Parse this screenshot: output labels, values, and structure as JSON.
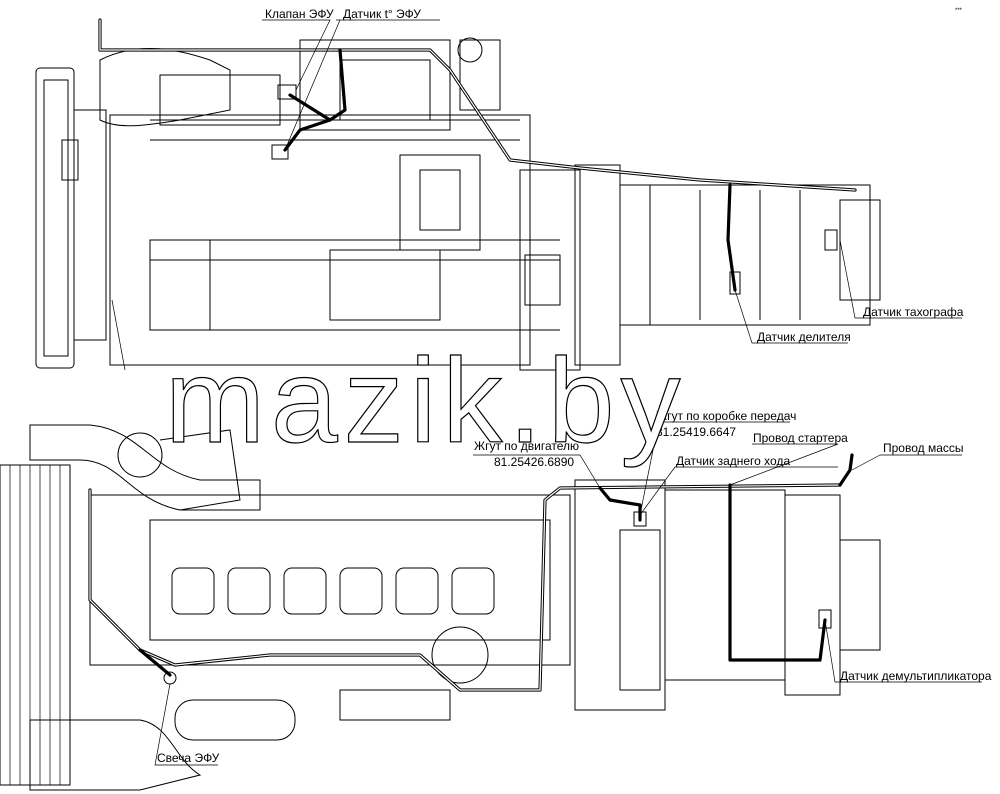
{
  "labels": {
    "klapan_efu": "Клапан ЭФУ",
    "datchik_t_efu": "Датчик t° ЭФУ",
    "datchik_tahografa": "Датчик тахографа",
    "datchik_delitelya": "Датчик делителя",
    "zhgut_kpp": "Жгут по коробке передач",
    "zhgut_kpp_num": "81.25419.6647",
    "zhgut_dvig": "Жгут по двигателю",
    "zhgut_dvig_num": "81.25426.6890",
    "provod_startera": "Провод стартера",
    "provod_massy": "Провод массы",
    "datchik_zadnego_hoda": "Датчик заднего хода",
    "datchik_demultiplikatora": "Датчик демультипликатора",
    "svecha_efu": "Свеча ЭФУ"
  },
  "watermark": "mazik.by",
  "corner_mark": "*** "
}
